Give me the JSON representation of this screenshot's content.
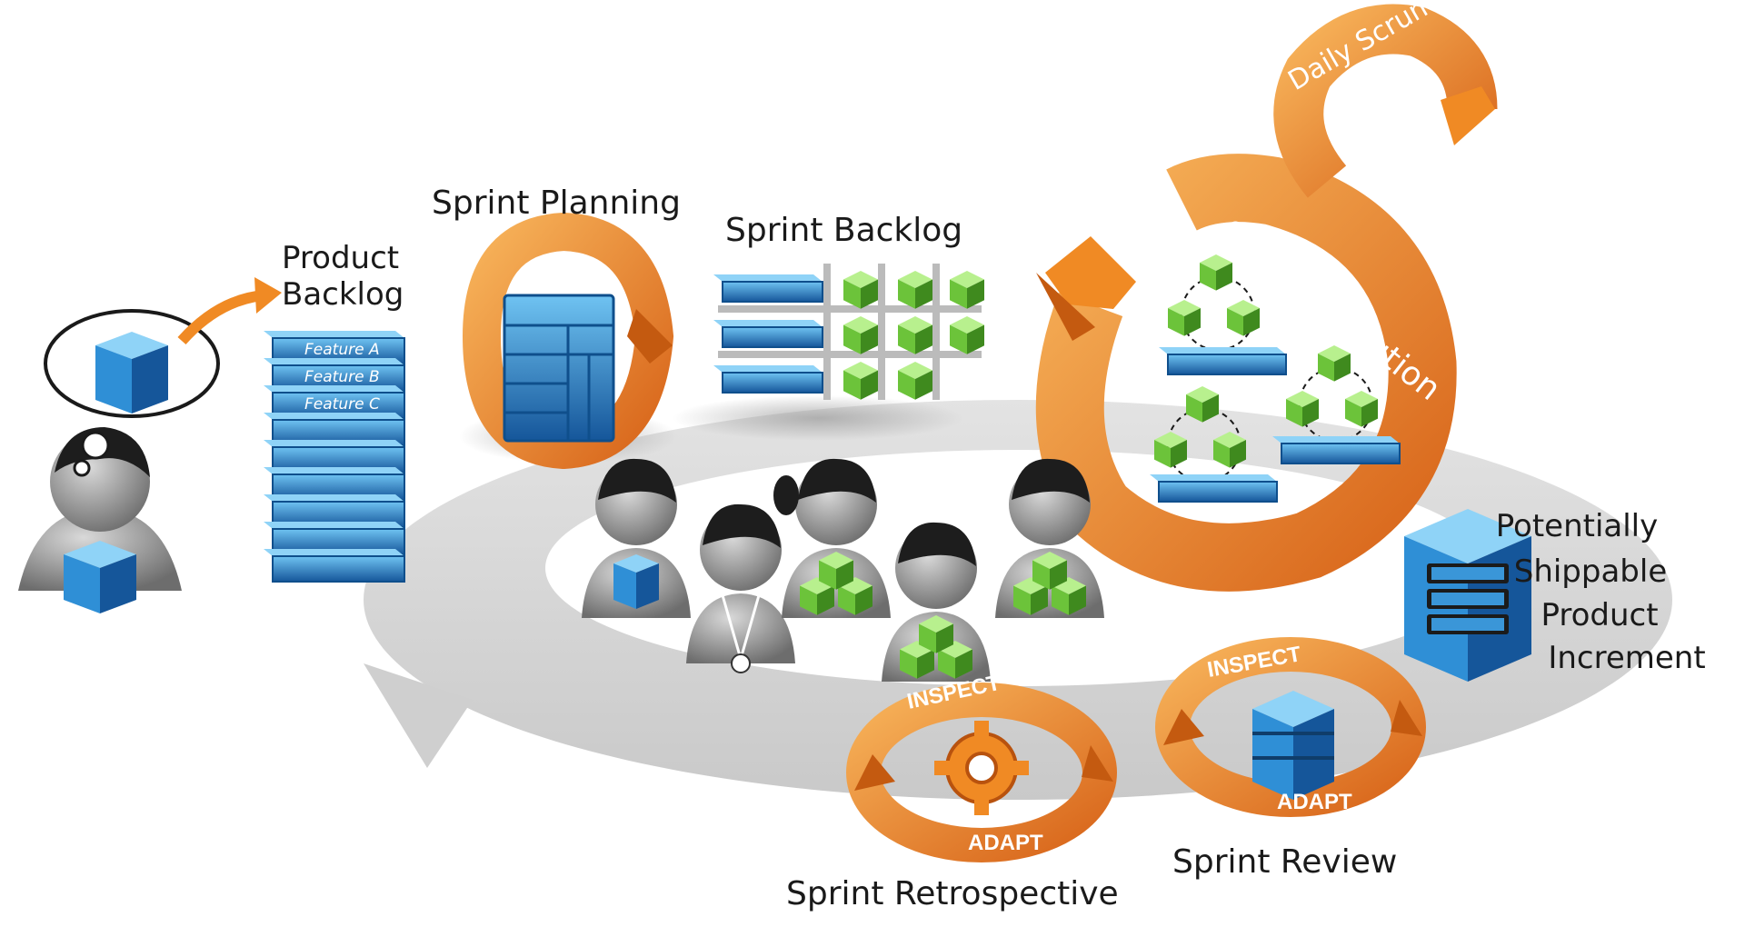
{
  "labels": {
    "product_backlog": [
      "Product",
      "Backlog"
    ],
    "sprint_planning": "Sprint Planning",
    "sprint_backlog": "Sprint Backlog",
    "sprint_execution": "Sprint Execution",
    "daily_scrum": "Daily Scrum",
    "potentially_shippable": [
      "Potentially",
      "Shippable",
      "Product",
      "Increment"
    ],
    "sprint_review": "Sprint Review",
    "sprint_retrospective": "Sprint Retrospective"
  },
  "features": [
    "Feature A",
    "Feature B",
    "Feature C"
  ],
  "inspect_adapt": {
    "inspect": "INSPECT",
    "adapt": "ADAPT"
  },
  "colors": {
    "orange": "#f08a24",
    "orange_dark": "#c45a10",
    "blue": "#2f8fd6",
    "blue_dark": "#15569a",
    "green": "#6cc33a",
    "green_dark": "#3f8a1e",
    "track": "#d6d6d6",
    "person": "#8a8a8a"
  }
}
